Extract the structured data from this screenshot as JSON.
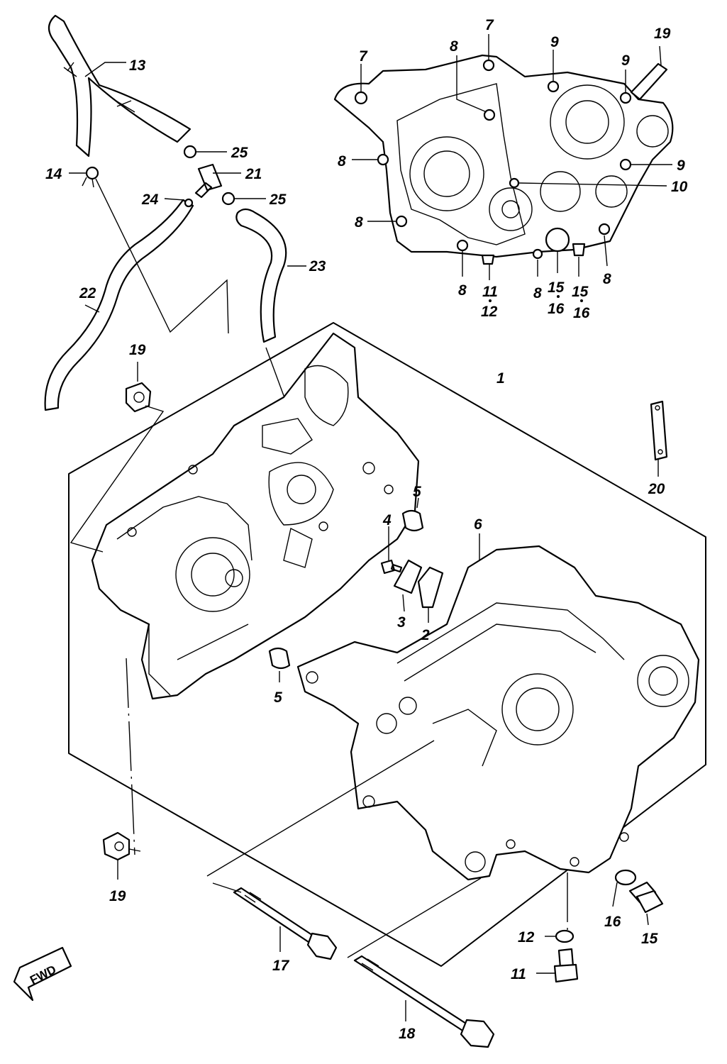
{
  "diagram": {
    "callouts": [
      {
        "id": "c13",
        "text": "13"
      },
      {
        "id": "c25a",
        "text": "25"
      },
      {
        "id": "c14",
        "text": "14"
      },
      {
        "id": "c21",
        "text": "21"
      },
      {
        "id": "c24",
        "text": "24"
      },
      {
        "id": "c25b",
        "text": "25"
      },
      {
        "id": "c23",
        "text": "23"
      },
      {
        "id": "c22",
        "text": "22"
      },
      {
        "id": "c19a",
        "text": "19"
      },
      {
        "id": "c1",
        "text": "1"
      },
      {
        "id": "c20",
        "text": "20"
      },
      {
        "id": "c5a",
        "text": "5"
      },
      {
        "id": "c4",
        "text": "4"
      },
      {
        "id": "c6",
        "text": "6"
      },
      {
        "id": "c3",
        "text": "3"
      },
      {
        "id": "c2",
        "text": "2"
      },
      {
        "id": "c5b",
        "text": "5"
      },
      {
        "id": "c19b",
        "text": "19"
      },
      {
        "id": "c17",
        "text": "17"
      },
      {
        "id": "c18",
        "text": "18"
      },
      {
        "id": "c12a",
        "text": "12"
      },
      {
        "id": "c11a",
        "text": "11"
      },
      {
        "id": "c16a",
        "text": "16"
      },
      {
        "id": "c15a",
        "text": "15"
      },
      {
        "id": "c7a",
        "text": "7"
      },
      {
        "id": "c7b",
        "text": "7"
      },
      {
        "id": "c8a",
        "text": "8"
      },
      {
        "id": "c9a",
        "text": "9"
      },
      {
        "id": "c9b",
        "text": "9"
      },
      {
        "id": "c19c",
        "text": "19"
      },
      {
        "id": "c8b",
        "text": "8"
      },
      {
        "id": "c9c",
        "text": "9"
      },
      {
        "id": "c10",
        "text": "10"
      },
      {
        "id": "c8c",
        "text": "8"
      },
      {
        "id": "c8d",
        "text": "8"
      },
      {
        "id": "c11b",
        "text": "11"
      },
      {
        "id": "c12b",
        "text": "12"
      },
      {
        "id": "c8e",
        "text": "8"
      },
      {
        "id": "c15b",
        "text": "15"
      },
      {
        "id": "c16b",
        "text": "16"
      },
      {
        "id": "c15c",
        "text": "15"
      },
      {
        "id": "c16c",
        "text": "16"
      },
      {
        "id": "c8f",
        "text": "8"
      }
    ],
    "fwd_label": "FWD"
  }
}
